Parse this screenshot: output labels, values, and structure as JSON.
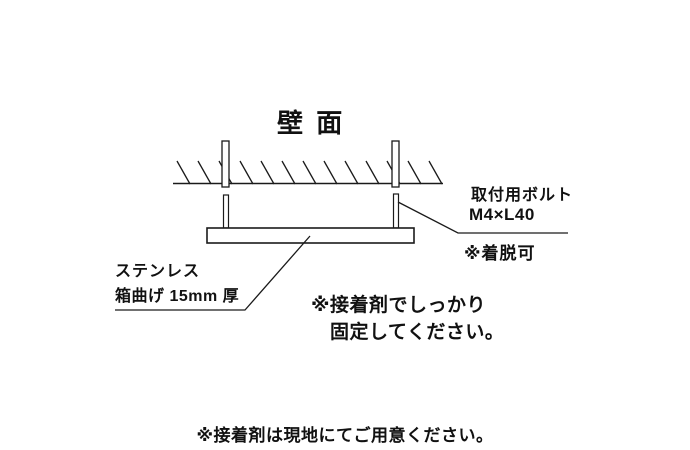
{
  "page": {
    "background_color": "#ffffff",
    "line_color": "#1a1a1a",
    "text_color": "#111111"
  },
  "diagram": {
    "title": "壁 面",
    "bolt_label": {
      "name_line": "取付用ボルト",
      "spec_line": "M4×L40",
      "note_line": "※着脱可"
    },
    "plate_label": {
      "material_line": "ステンレス",
      "spec_line": "箱曲げ 15mm 厚"
    },
    "adhesive_note": {
      "line1": "※接着剤でしっかり",
      "line2": "固定してください。"
    },
    "footer_note": "※接着剤は現地にてご用意ください。"
  }
}
